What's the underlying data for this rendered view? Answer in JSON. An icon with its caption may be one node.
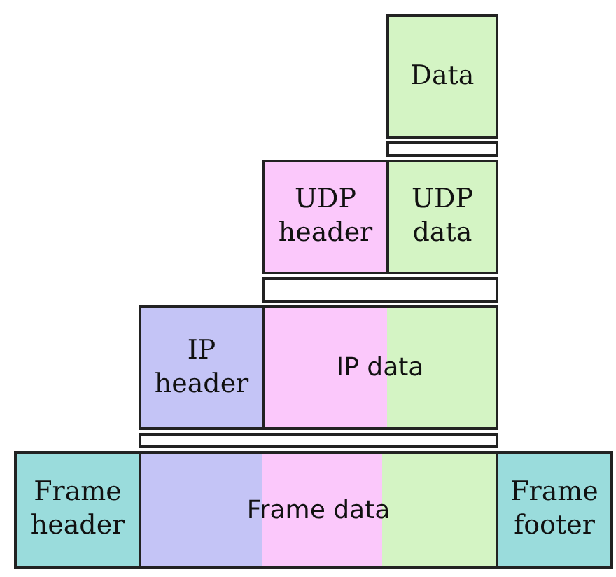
{
  "diagram": {
    "nodes": [
      {
        "text": [
          "Data"
        ]
      },
      {
        "text": [],
        "shape": "bar"
      },
      {
        "text": [
          "UDP header"
        ]
      },
      {
        "text": [
          "UDP data"
        ]
      },
      {
        "text": [],
        "shape": "bar"
      },
      {
        "text": [
          "IP header"
        ]
      },
      {
        "text": [
          "IP data"
        ]
      },
      {
        "text": [],
        "shape": "bar"
      },
      {
        "text": [
          "Frame header"
        ]
      },
      {
        "text": [
          "Frame data"
        ]
      },
      {
        "text": [
          "Frame footer"
        ]
      }
    ]
  }
}
